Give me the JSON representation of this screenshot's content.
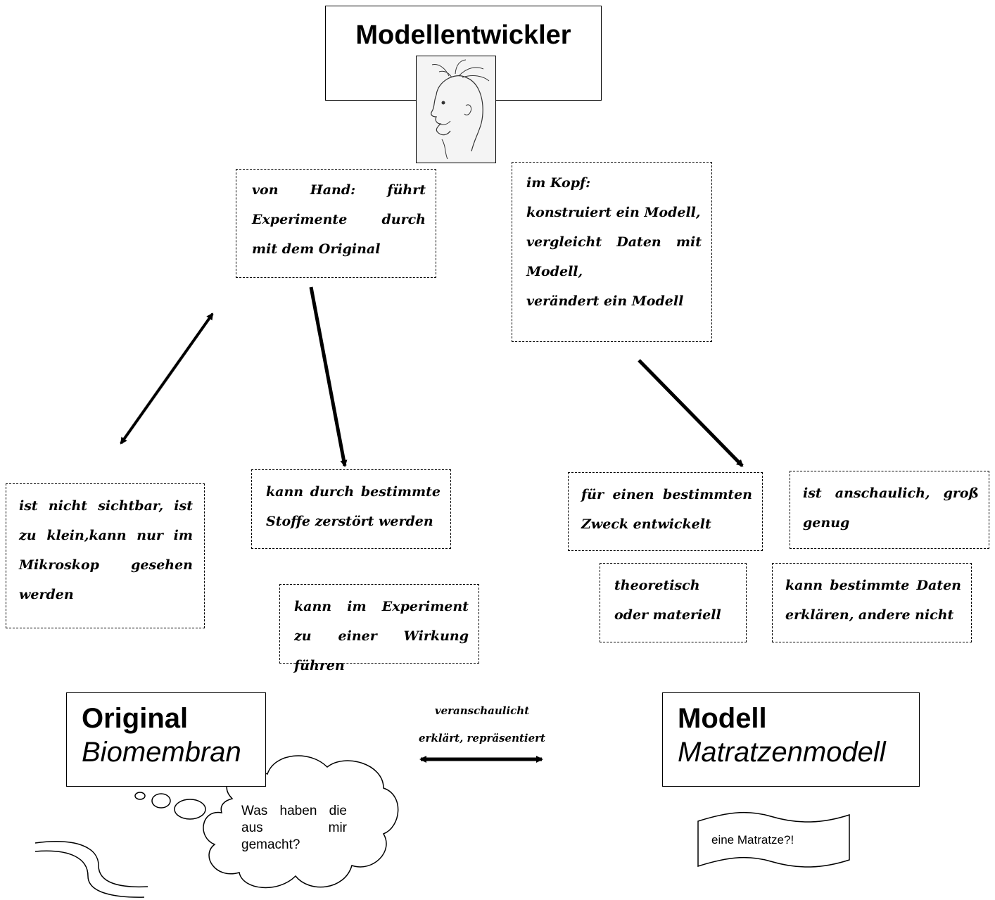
{
  "top": {
    "title": "Modellentwickler"
  },
  "hand_box": {
    "text": "von Hand: führt Experimente durch mit dem Original"
  },
  "head_box": {
    "label": "im Kopf:",
    "lines": [
      "konstruiert ein Modell,",
      "vergleicht Daten mit Modell,",
      "verändert ein Modell"
    ]
  },
  "left_notes": {
    "invisible": "ist nicht sichtbar, ist zu klein,kann nur im Mikroskop gesehen werden",
    "destroyed": "kann durch bestimmte Stoffe zerstört werden",
    "effect": "kann im Experiment zu einer Wirkung führen"
  },
  "right_notes": {
    "purpose": "für einen bestimmten Zweck entwickelt",
    "vivid": "ist anschaulich, groß genug",
    "theoretical": "theoretisch oder materiell",
    "explains": "kann bestimmte Daten erklären, andere nicht"
  },
  "original": {
    "title": "Original",
    "subtitle": "Biomembran"
  },
  "model": {
    "title": "Modell",
    "subtitle": "Matratzenmodell"
  },
  "relation": {
    "line1": "veranschaulicht",
    "line2": "erklärt, repräsentiert"
  },
  "thought": {
    "text": "Was haben die aus mir gemacht?"
  },
  "banner": {
    "text": "eine Matratze?!"
  }
}
